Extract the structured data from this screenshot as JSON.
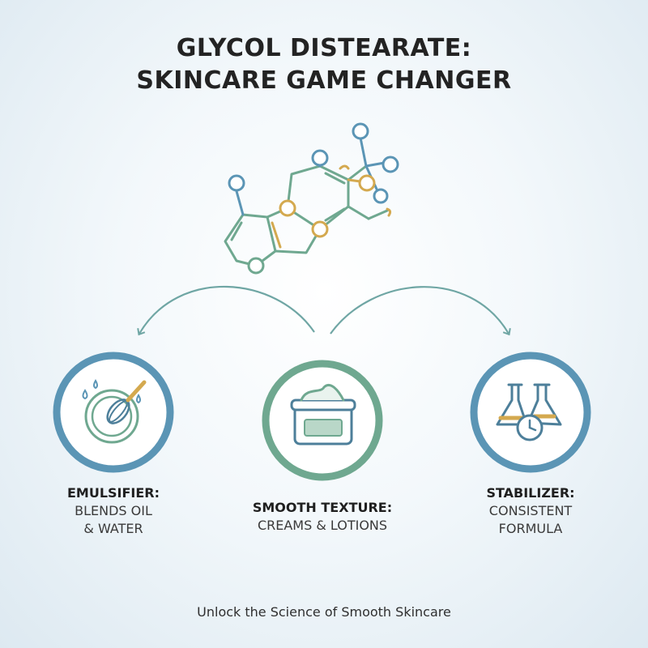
{
  "title": {
    "line1": "GLYCOL DISTEARATE:",
    "line2": "SKINCARE GAME CHANGER"
  },
  "features": [
    {
      "icon": "whisk-bowl-icon",
      "heading": "EMULSIFIER:",
      "line1": "BLENDS OIL",
      "line2": "& WATER",
      "ring_color": "#5b95b5"
    },
    {
      "icon": "cream-jar-icon",
      "heading": "SMOOTH TEXTURE:",
      "line1": "CREAMS & LOTIONS",
      "ring_color": "#6fa890"
    },
    {
      "icon": "flasks-clock-icon",
      "heading": "STABILIZER:",
      "line1": "CONSISTENT",
      "line2": "FORMULA",
      "ring_color": "#5b95b5"
    }
  ],
  "tagline": "Unlock the Science of Smooth Skincare",
  "colors": {
    "teal": "#6fa890",
    "blue": "#5b95b5",
    "gold": "#d4a94f"
  }
}
